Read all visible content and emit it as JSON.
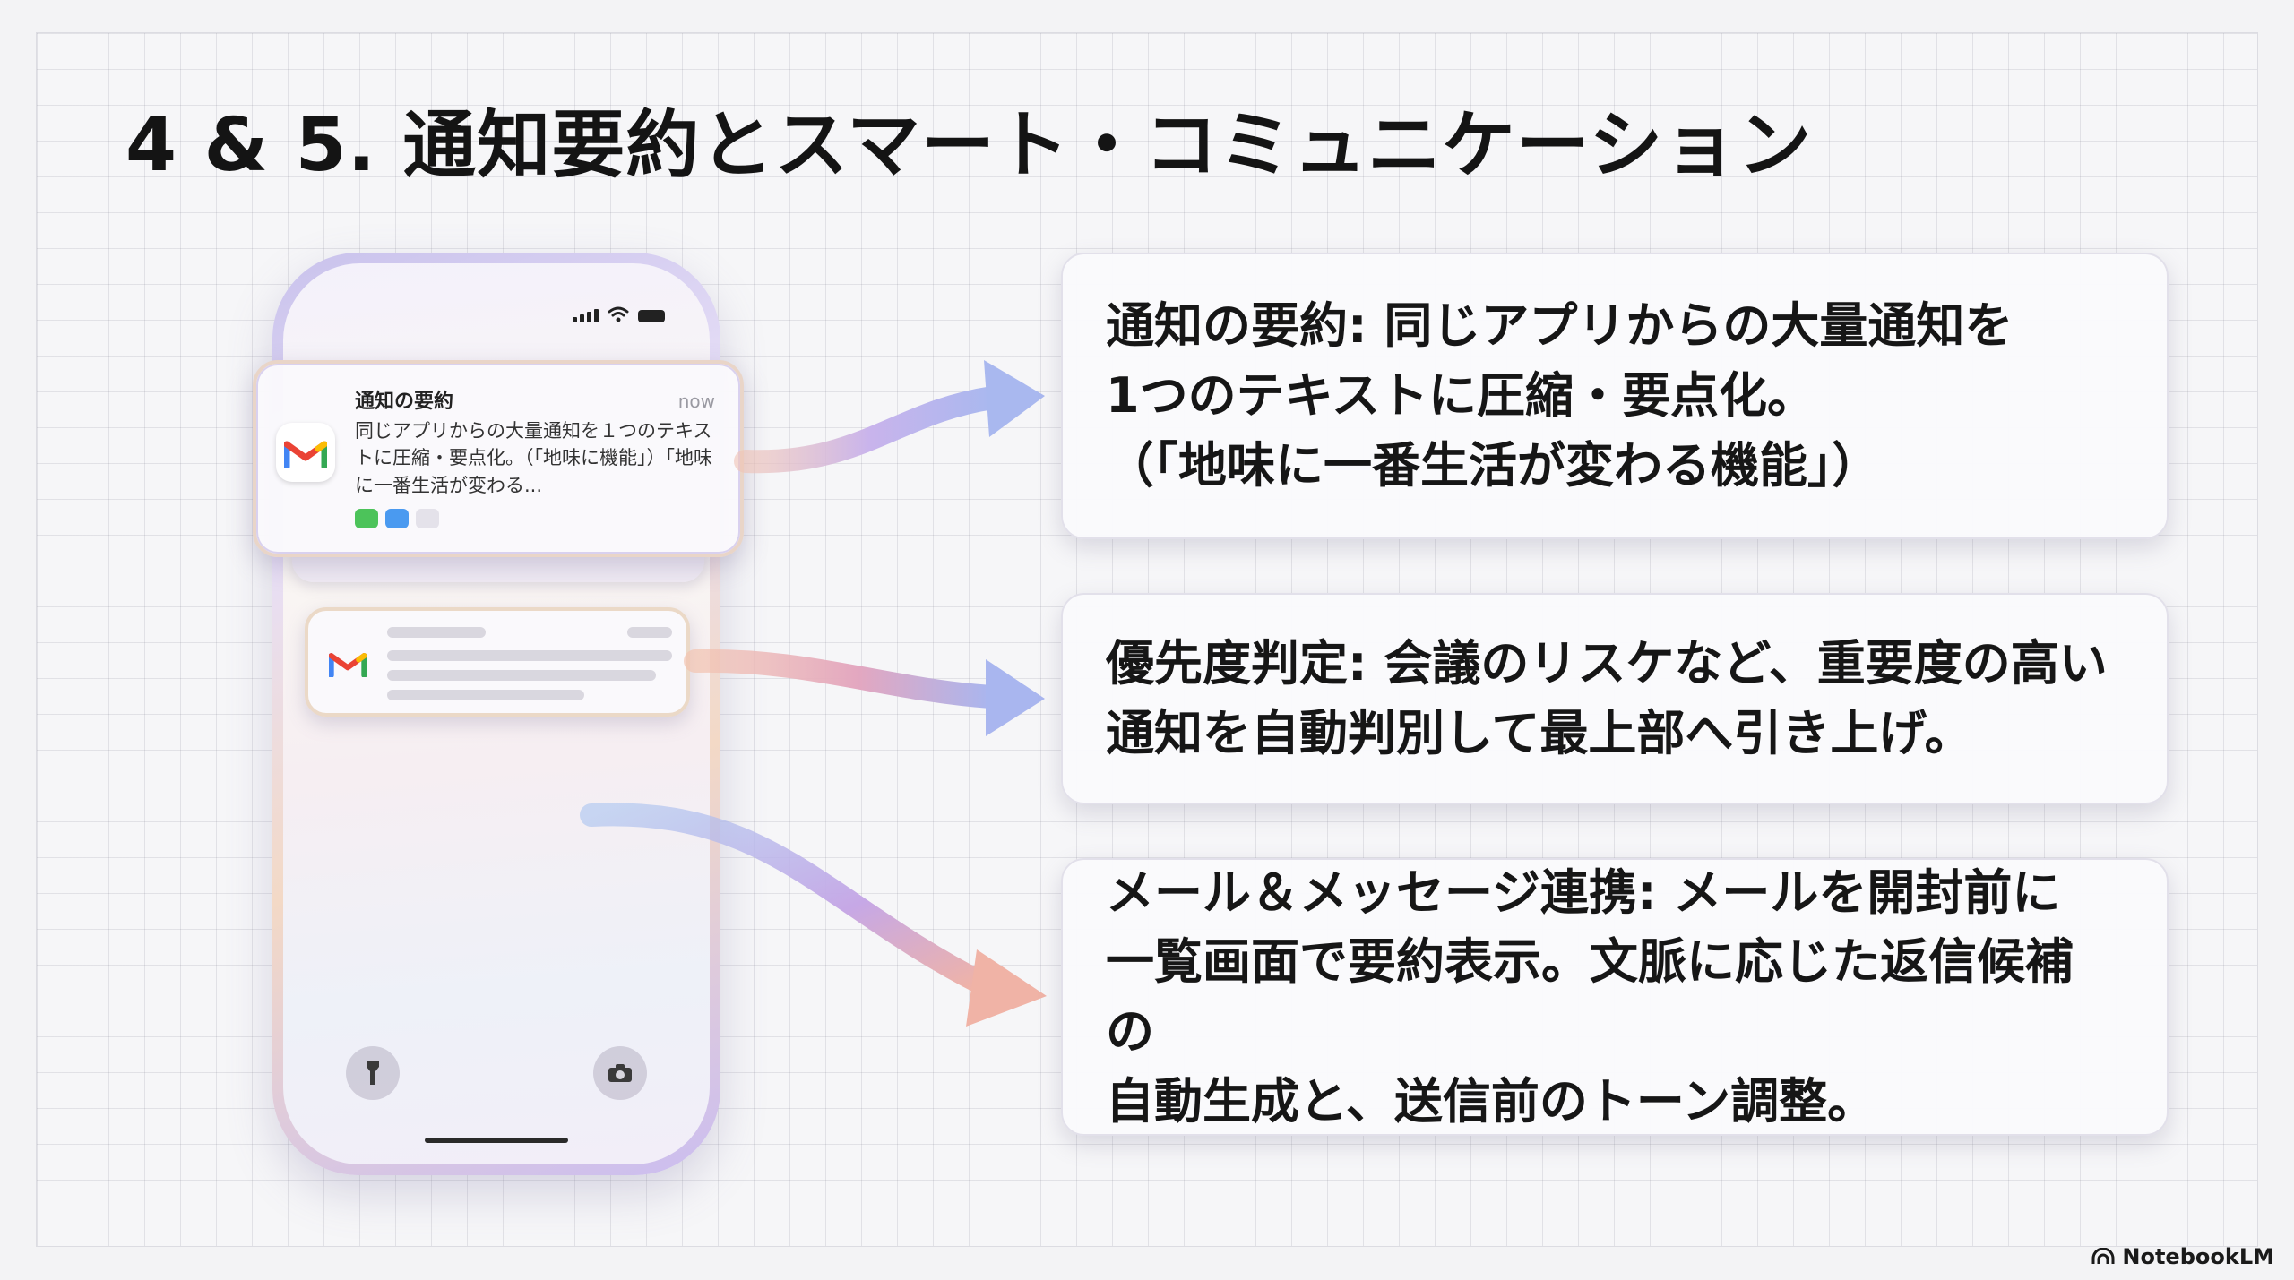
{
  "title": "4 & 5. 通知要約とスマート・コミュニケーション",
  "phone": {
    "notification": {
      "title": "通知の要約",
      "time": "now",
      "body": "同じアプリからの大量通知を１つのテキストに圧縮・要点化。（「地味に機能」）「地味に一番生活が変わる..."
    }
  },
  "features": [
    {
      "lead": "通知の要約:",
      "line1": " 同じアプリからの大量通知を",
      "line2": "1つのテキストに圧縮・要点化。",
      "line3": "（「地味に一番生活が変わる機能」）"
    },
    {
      "lead": "優先度判定:",
      "line1": " 会議のリスケなど、重要度の高い",
      "line2": "通知を自動判別して最上部へ引き上げ。"
    },
    {
      "lead": "メール＆メッセージ連携:",
      "line1": " メールを開封前に",
      "line2": "一覧画面で要約表示。文脈に応じた返信候補の",
      "line3": "自動生成と、送信前のトーン調整。"
    }
  ],
  "brand": "NotebookLM",
  "icons": [
    "gmail-icon",
    "signal-icon",
    "wifi-icon",
    "battery-icon",
    "flashlight-icon",
    "camera-icon",
    "notebooklm-logo-icon"
  ],
  "colors": {
    "arrow_violet": "#b9a6ec",
    "arrow_peach": "#f0b8a0",
    "gmail_red": "#ea4335",
    "gmail_blue": "#4285f4",
    "gmail_green": "#34a853",
    "gmail_yellow": "#fbbc04"
  }
}
